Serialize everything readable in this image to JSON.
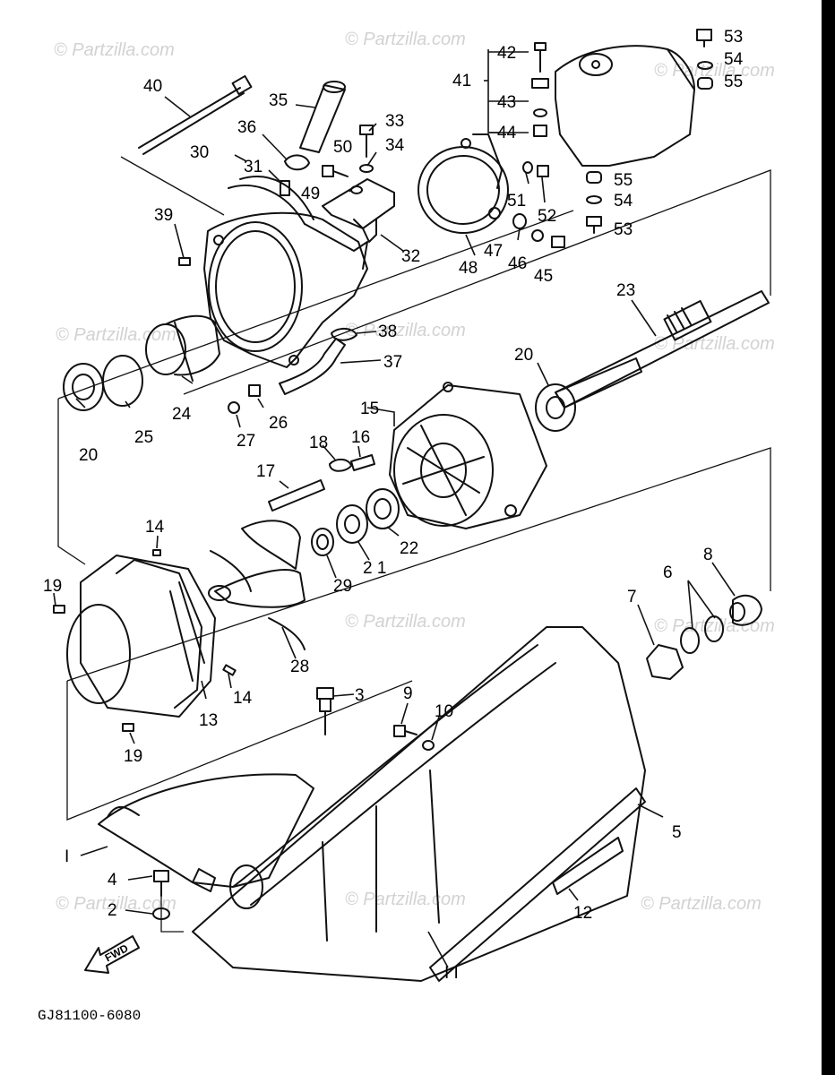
{
  "diagram": {
    "watermark": "© Partzilla.com",
    "code": "GJ81100-6080",
    "direction_label": "FWD",
    "callouts": [
      {
        "id": "40",
        "text": "40"
      },
      {
        "id": "35",
        "text": "35"
      },
      {
        "id": "36",
        "text": "36"
      },
      {
        "id": "33",
        "text": "33"
      },
      {
        "id": "42",
        "text": "42"
      },
      {
        "id": "41",
        "text": "41"
      },
      {
        "id": "43",
        "text": "43"
      },
      {
        "id": "44",
        "text": "44"
      },
      {
        "id": "53a",
        "text": "53"
      },
      {
        "id": "54a",
        "text": "54"
      },
      {
        "id": "55a",
        "text": "55"
      },
      {
        "id": "30",
        "text": "30"
      },
      {
        "id": "31",
        "text": "31"
      },
      {
        "id": "50",
        "text": "50"
      },
      {
        "id": "34",
        "text": "34"
      },
      {
        "id": "49",
        "text": "49"
      },
      {
        "id": "51",
        "text": "51"
      },
      {
        "id": "55b",
        "text": "55"
      },
      {
        "id": "54b",
        "text": "54"
      },
      {
        "id": "53b",
        "text": "53"
      },
      {
        "id": "39",
        "text": "39"
      },
      {
        "id": "52",
        "text": "52"
      },
      {
        "id": "47",
        "text": "47"
      },
      {
        "id": "32",
        "text": "32"
      },
      {
        "id": "46",
        "text": "46"
      },
      {
        "id": "48",
        "text": "48"
      },
      {
        "id": "45",
        "text": "45"
      },
      {
        "id": "23",
        "text": "23"
      },
      {
        "id": "38",
        "text": "38"
      },
      {
        "id": "37",
        "text": "37"
      },
      {
        "id": "20a",
        "text": "20"
      },
      {
        "id": "24",
        "text": "24"
      },
      {
        "id": "25",
        "text": "25"
      },
      {
        "id": "20b",
        "text": "20"
      },
      {
        "id": "26",
        "text": "26"
      },
      {
        "id": "27",
        "text": "27"
      },
      {
        "id": "15",
        "text": "15"
      },
      {
        "id": "16",
        "text": "16"
      },
      {
        "id": "18",
        "text": "18"
      },
      {
        "id": "17",
        "text": "17"
      },
      {
        "id": "22",
        "text": "22"
      },
      {
        "id": "21",
        "text": "2 1"
      },
      {
        "id": "29",
        "text": "29"
      },
      {
        "id": "14a",
        "text": "14"
      },
      {
        "id": "19a",
        "text": "19"
      },
      {
        "id": "8",
        "text": "8"
      },
      {
        "id": "6",
        "text": "6"
      },
      {
        "id": "7",
        "text": "7"
      },
      {
        "id": "28",
        "text": "28"
      },
      {
        "id": "14b",
        "text": "14"
      },
      {
        "id": "13",
        "text": "13"
      },
      {
        "id": "3",
        "text": "3"
      },
      {
        "id": "9",
        "text": "9"
      },
      {
        "id": "10",
        "text": "10"
      },
      {
        "id": "19b",
        "text": "19"
      },
      {
        "id": "5",
        "text": "5"
      },
      {
        "id": "1",
        "text": "I"
      },
      {
        "id": "4",
        "text": "4"
      },
      {
        "id": "2",
        "text": "2"
      },
      {
        "id": "12",
        "text": "12"
      },
      {
        "id": "11",
        "text": "I I"
      }
    ]
  }
}
